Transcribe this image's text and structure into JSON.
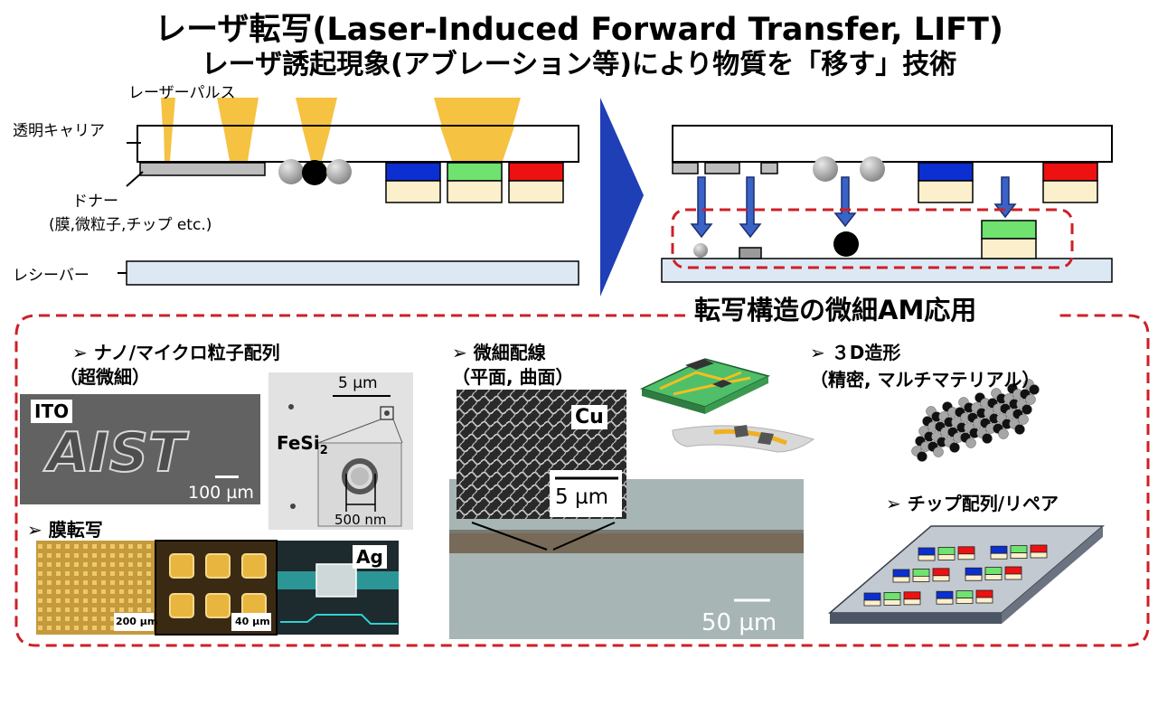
{
  "title": {
    "line1": "レーザ転写(Laser-Induced Forward Transfer, LIFT)",
    "line2": "レーザ誘起現象(アブレーション等)により物質を「移す」技術"
  },
  "process": {
    "laser_label": "レーザーパルス",
    "carrier_label": "透明キャリア",
    "donor_label": "ドナー",
    "donor_sub": "(膜,微粒子,チップ etc.)",
    "receiver_label": "レシーバー"
  },
  "application": {
    "heading": "転写構造の微細AM応用",
    "nano": {
      "title": "ナノ/マイクロ粒子配列",
      "sub": "（超微細）",
      "ito_tag": "ITO",
      "ito_logo": "AIST",
      "ito_scale": "100 µm",
      "fesi_tag": "FeSi",
      "fesi_sub": "2",
      "fesi_scale_top": "5 µm",
      "fesi_scale_bottom": "500 nm"
    },
    "film": {
      "title": "膜転写",
      "scale1": "200 µm",
      "scale2": "40 µm",
      "ag_tag": "Ag"
    },
    "wiring": {
      "title": "微細配線",
      "sub": "（平面, 曲面）",
      "cu_tag": "Cu",
      "cu_scale": "5 µm",
      "line_scale": "50 µm"
    },
    "printing3d": {
      "title": "３D造形",
      "sub": "（精密, マルチマテリアル）"
    },
    "chip": {
      "title": "チップ配列/リペア"
    }
  },
  "colors": {
    "laser": "#f5c242",
    "arrow": "#1f3fb6",
    "dash": "#cc2027",
    "receiver": "#dce9f5",
    "blue": "#0b2fd0",
    "green": "#6fe26f",
    "red": "#ee1111",
    "cream": "#fcf0cc"
  }
}
